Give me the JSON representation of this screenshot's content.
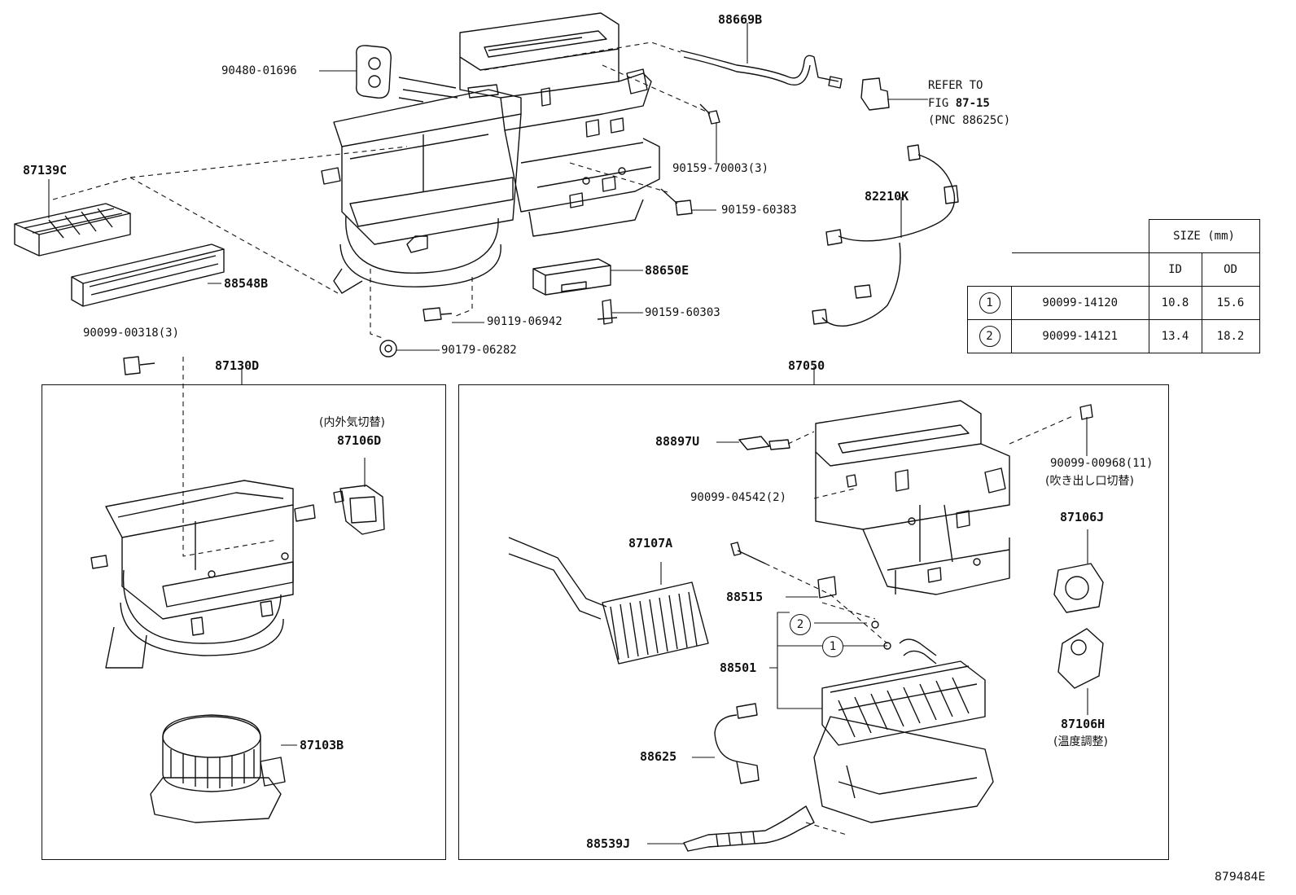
{
  "labels": {
    "p88669b": "88669B",
    "p90480": "90480-01696",
    "refer1": "REFER TO",
    "refer2a": "FIG ",
    "refer2b": "87-15",
    "refer3": "(PNC 88625C)",
    "p90159_70003": "90159-70003(3)",
    "p87139c": "87139C",
    "p82210k": "82210K",
    "p90159_60383": "90159-60383",
    "p88548b": "88548B",
    "p88650e": "88650E",
    "p90119": "90119-06942",
    "p90159_60303": "90159-60303",
    "p90099_00318": "90099-00318(3)",
    "p90179": "90179-06282",
    "p87130d": "87130D",
    "p87050": "87050",
    "jp_inout": "(内外気切替)",
    "p87106d": "87106D",
    "p88897u": "88897U",
    "p90099_00968": "90099-00968(11)",
    "jp_outlet": "(吹き出し口切替)",
    "p90099_04542": "90099-04542(2)",
    "p87106j": "87106J",
    "p87107a": "87107A",
    "p88515": "88515",
    "p88501": "88501",
    "p87103b": "87103B",
    "p88625": "88625",
    "p87106h": "87106H",
    "jp_temp": "(温度調整)",
    "p88539j": "88539J",
    "fig_id": "879484E"
  },
  "size_table": {
    "header": "SIZE (mm)",
    "col_id": "ID",
    "col_od": "OD",
    "rows": [
      {
        "mark": "1",
        "part": "90099-14120",
        "id": "10.8",
        "od": "15.6"
      },
      {
        "mark": "2",
        "part": "90099-14121",
        "id": "13.4",
        "od": "18.2"
      }
    ]
  },
  "callouts": {
    "c1": "1",
    "c2": "2"
  }
}
